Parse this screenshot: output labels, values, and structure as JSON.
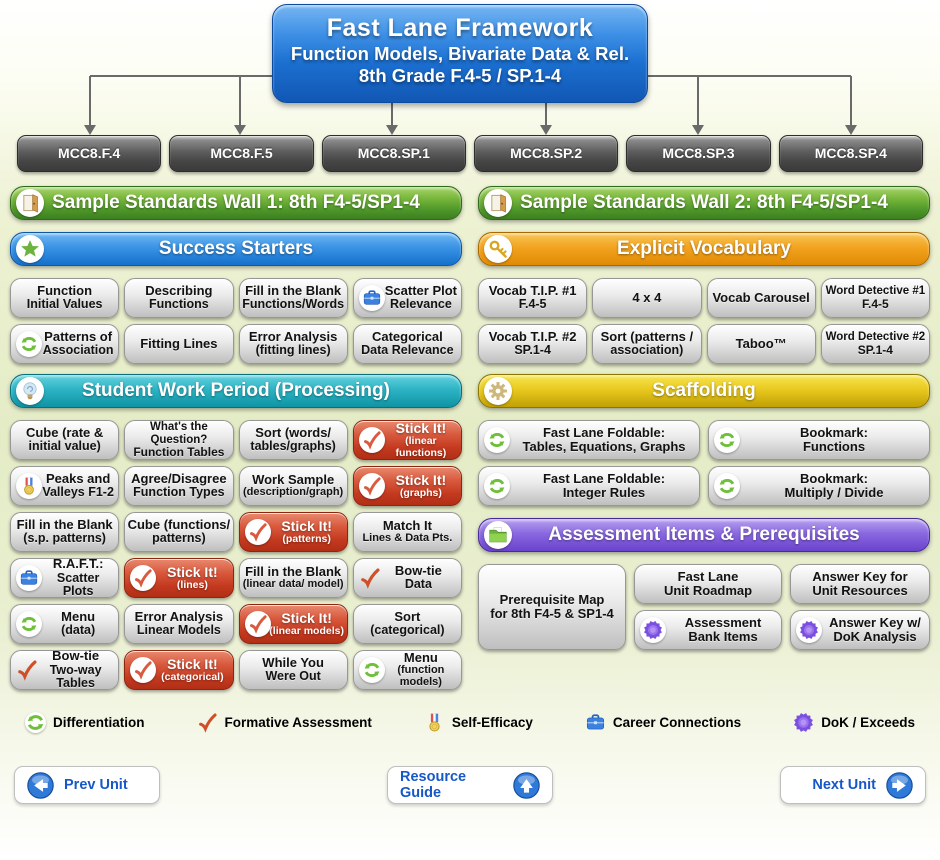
{
  "header": {
    "title": "Fast Lane Framework",
    "subtitle1": "Function Models, Bivariate Data & Rel.",
    "subtitle2": "8th Grade F.4-5 / SP.1-4"
  },
  "standards": [
    "MCC8.F.4",
    "MCC8.F.5",
    "MCC8.SP.1",
    "MCC8.SP.2",
    "MCC8.SP.3",
    "MCC8.SP.4"
  ],
  "sections": {
    "wall1": {
      "label": "Sample Standards Wall 1: 8th F4-5/SP1-4",
      "icon": "door-icon",
      "color": "#4f982a"
    },
    "wall2": {
      "label": "Sample Standards Wall 2: 8th F4-5/SP1-4",
      "icon": "door-icon",
      "color": "#4f982a"
    },
    "success_starters": {
      "label": "Success Starters",
      "icon": "star-icon",
      "color": "#1570cc"
    },
    "explicit_vocabulary": {
      "label": "Explicit Vocabulary",
      "icon": "key-icon",
      "color": "#f2a31f"
    },
    "student_work": {
      "label": "Student Work Period (Processing)",
      "icon": "lightbulb-icon",
      "color": "#2db4c4"
    },
    "scaffolding": {
      "label": "Scaffolding",
      "icon": "gear-icon",
      "color": "#e9c91f"
    },
    "assessment": {
      "label": "Assessment Items & Prerequisites",
      "icon": "folder-icon",
      "color": "#8a68e0"
    }
  },
  "success_items": [
    {
      "l1": "Function",
      "l2": "Initial Values",
      "icon": ""
    },
    {
      "l1": "Describing",
      "l2": "Functions",
      "icon": ""
    },
    {
      "l1": "Fill in the Blank",
      "l2": "Functions/Words",
      "icon": ""
    },
    {
      "l1": "Scatter Plot",
      "l2": "Relevance",
      "icon": "briefcase-icon"
    },
    {
      "l1": "Patterns of",
      "l2": "Association",
      "icon": "recycle-icon"
    },
    {
      "l1": "Fitting Lines",
      "l2": "",
      "icon": ""
    },
    {
      "l1": "Error Analysis",
      "l2": "(fitting lines)",
      "icon": ""
    },
    {
      "l1": "Categorical",
      "l2": "Data Relevance",
      "icon": ""
    }
  ],
  "vocab_items": [
    {
      "l1": "Vocab T.I.P. #1",
      "l2": "F.4-5"
    },
    {
      "l1": "4 x 4",
      "l2": ""
    },
    {
      "l1": "Vocab Carousel",
      "l2": ""
    },
    {
      "l1": "Word Detective #1",
      "l2": "F.4-5"
    },
    {
      "l1": "Vocab T.I.P. #2",
      "l2": "SP.1-4"
    },
    {
      "l1": "Sort (patterns /",
      "l2": "association)"
    },
    {
      "l1": "Taboo™",
      "l2": ""
    },
    {
      "l1": "Word Detective #2",
      "l2": "SP.1-4"
    }
  ],
  "work_items": [
    {
      "l1": "Cube (rate &",
      "l2": "initial value)",
      "icon": "",
      "variant": "gray"
    },
    {
      "l1": "What's the Question?",
      "l2": "Function Tables",
      "icon": "",
      "variant": "gray"
    },
    {
      "l1": "Sort (words/",
      "l2": "tables/graphs)",
      "icon": "",
      "variant": "gray"
    },
    {
      "l1": "Stick It!",
      "l2": "(linear functions)",
      "icon": "check-circle-icon",
      "variant": "red"
    },
    {
      "l1": "Peaks and",
      "l2": "Valleys F1-2",
      "icon": "medal-icon",
      "variant": "gray"
    },
    {
      "l1": "Agree/Disagree",
      "l2": "Function Types",
      "icon": "",
      "variant": "gray"
    },
    {
      "l1": "Work Sample",
      "l2": "(description/graph)",
      "icon": "",
      "variant": "gray"
    },
    {
      "l1": "Stick It!",
      "l2": "(graphs)",
      "icon": "check-circle-icon",
      "variant": "red"
    },
    {
      "l1": "Fill in the Blank",
      "l2": "(s.p. patterns)",
      "icon": "",
      "variant": "gray"
    },
    {
      "l1": "Cube (functions/",
      "l2": "patterns)",
      "icon": "",
      "variant": "gray"
    },
    {
      "l1": "Stick It!",
      "l2": "(patterns)",
      "icon": "check-circle-icon",
      "variant": "red"
    },
    {
      "l1": "Match It",
      "l2": "Lines & Data Pts.",
      "icon": "",
      "variant": "gray"
    },
    {
      "l1": "R.A.F.T.:",
      "l2": "Scatter Plots",
      "icon": "briefcase-icon",
      "variant": "gray"
    },
    {
      "l1": "Stick It!",
      "l2": "(lines)",
      "icon": "check-circle-icon",
      "variant": "red"
    },
    {
      "l1": "Fill in the Blank",
      "l2": "(linear data/ model)",
      "icon": "",
      "variant": "gray"
    },
    {
      "l1": "Bow-tie",
      "l2": "Data",
      "icon": "check-icon",
      "variant": "gray"
    },
    {
      "l1": "Menu",
      "l2": "(data)",
      "icon": "recycle-icon",
      "variant": "gray"
    },
    {
      "l1": "Error Analysis",
      "l2": "Linear Models",
      "icon": "",
      "variant": "gray"
    },
    {
      "l1": "Stick It!",
      "l2": "(linear models)",
      "icon": "check-circle-icon",
      "variant": "red"
    },
    {
      "l1": "Sort",
      "l2": "(categorical)",
      "icon": "",
      "variant": "gray"
    },
    {
      "l1": "Bow-tie",
      "l2": "Two-way Tables",
      "icon": "check-icon",
      "variant": "gray"
    },
    {
      "l1": "Stick It!",
      "l2": "(categorical)",
      "icon": "check-circle-icon",
      "variant": "red"
    },
    {
      "l1": "While You",
      "l2": "Were Out",
      "icon": "",
      "variant": "gray"
    },
    {
      "l1": "Menu",
      "l2": "(function models)",
      "icon": "recycle-icon",
      "variant": "gray"
    }
  ],
  "scaffolding_items": [
    {
      "l1": "Fast Lane Foldable:",
      "l2": "Tables, Equations, Graphs",
      "icon": "recycle-icon"
    },
    {
      "l1": "Bookmark:",
      "l2": "Functions",
      "icon": "recycle-icon"
    },
    {
      "l1": "Fast Lane Foldable:",
      "l2": "Integer Rules",
      "icon": "recycle-icon"
    },
    {
      "l1": "Bookmark:",
      "l2": "Multiply / Divide",
      "icon": "recycle-icon"
    }
  ],
  "assessment_items": [
    {
      "l1": "Fast Lane",
      "l2": "Unit Roadmap",
      "icon": ""
    },
    {
      "l1": "Answer Key for",
      "l2": "Unit Resources",
      "icon": ""
    },
    {
      "l1": "Assessment",
      "l2": "Bank Items",
      "icon": "starburst-icon"
    },
    {
      "l1": "Answer Key w/",
      "l2": "DoK Analysis",
      "icon": "starburst-icon"
    }
  ],
  "prerequisite": {
    "l1": "Prerequisite Map",
    "l2": "for 8th F4-5 & SP1-4"
  },
  "legend": [
    {
      "label": "Differentiation",
      "icon": "recycle-icon"
    },
    {
      "label": "Formative Assessment",
      "icon": "check-icon"
    },
    {
      "label": "Self-Efficacy",
      "icon": "medal-icon"
    },
    {
      "label": "Career Connections",
      "icon": "briefcase-icon"
    },
    {
      "label": "DoK / Exceeds",
      "icon": "starburst-icon"
    }
  ],
  "footer": {
    "prev": "Prev Unit",
    "guide": "Resource Guide",
    "next": "Next Unit"
  },
  "colors": {
    "header_blue": "#1b6fd0",
    "standard_gray": "#474747",
    "stick_it_red": "#c43a20",
    "differentiation_green": "#6fbf3a",
    "formative_orange": "#cf4f28",
    "career_blue": "#3b82e0",
    "dok_purple": "#7b4fe0"
  }
}
